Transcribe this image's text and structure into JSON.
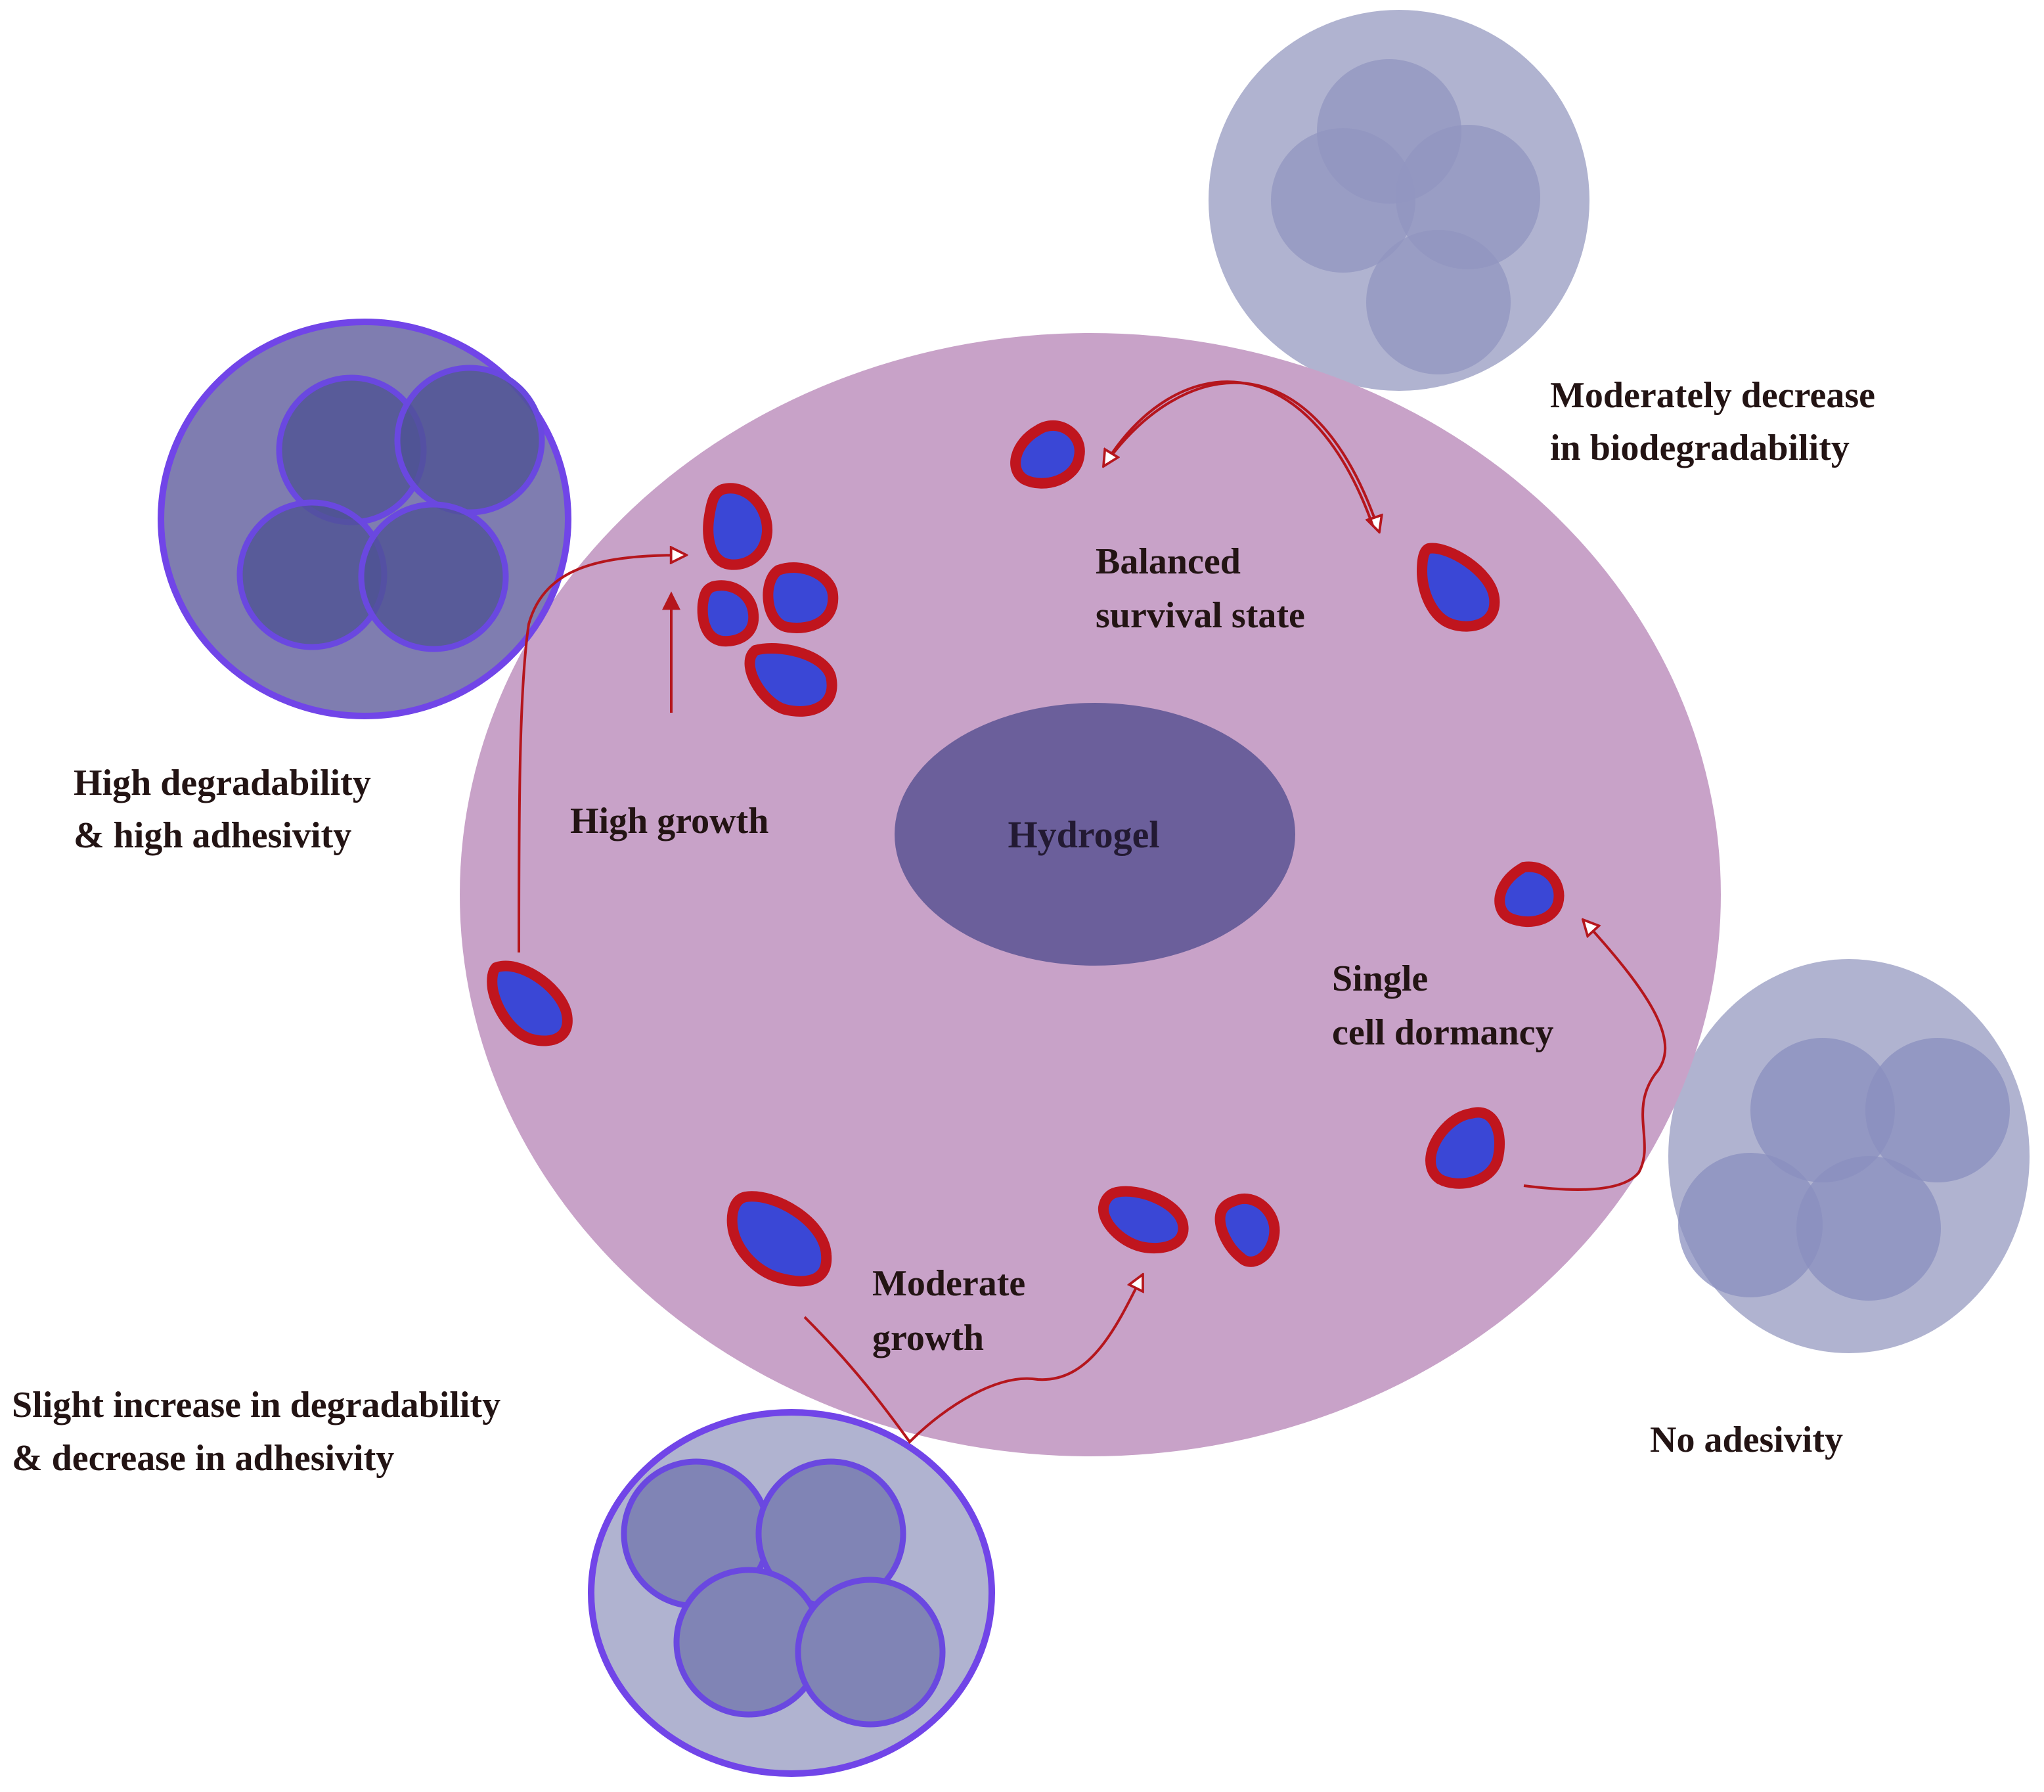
{
  "center": {
    "label": "Hydrogel"
  },
  "states": {
    "high_growth": "High growth",
    "balanced": [
      "Balanced",
      "survival state"
    ],
    "dormancy": [
      "Single",
      "cell dormancy"
    ],
    "moderate_growth": [
      "Moderate",
      "growth"
    ]
  },
  "conditions": {
    "top_left": [
      "High degradability",
      "& high adhesivity"
    ],
    "top_right": [
      "Moderately decrease",
      "in  biodegradability"
    ],
    "bottom_left": [
      "Slight increase in degradability",
      "& decrease in adhesivity"
    ],
    "bottom_right": "No adesivity"
  },
  "colors": {
    "background": "#ffffff",
    "hydrogel_disk": "#c8a2c8",
    "hydrogel_core": "#6b5f9b",
    "cell_membrane": "#c0151e",
    "cell_nucleus": "#3a47d6",
    "arrow": "#b5161d",
    "cluster_strong_outline": "#7145e8",
    "cluster_strong_fill": "#7f7db0",
    "cluster_weak_fill": "#b0b3d0"
  }
}
